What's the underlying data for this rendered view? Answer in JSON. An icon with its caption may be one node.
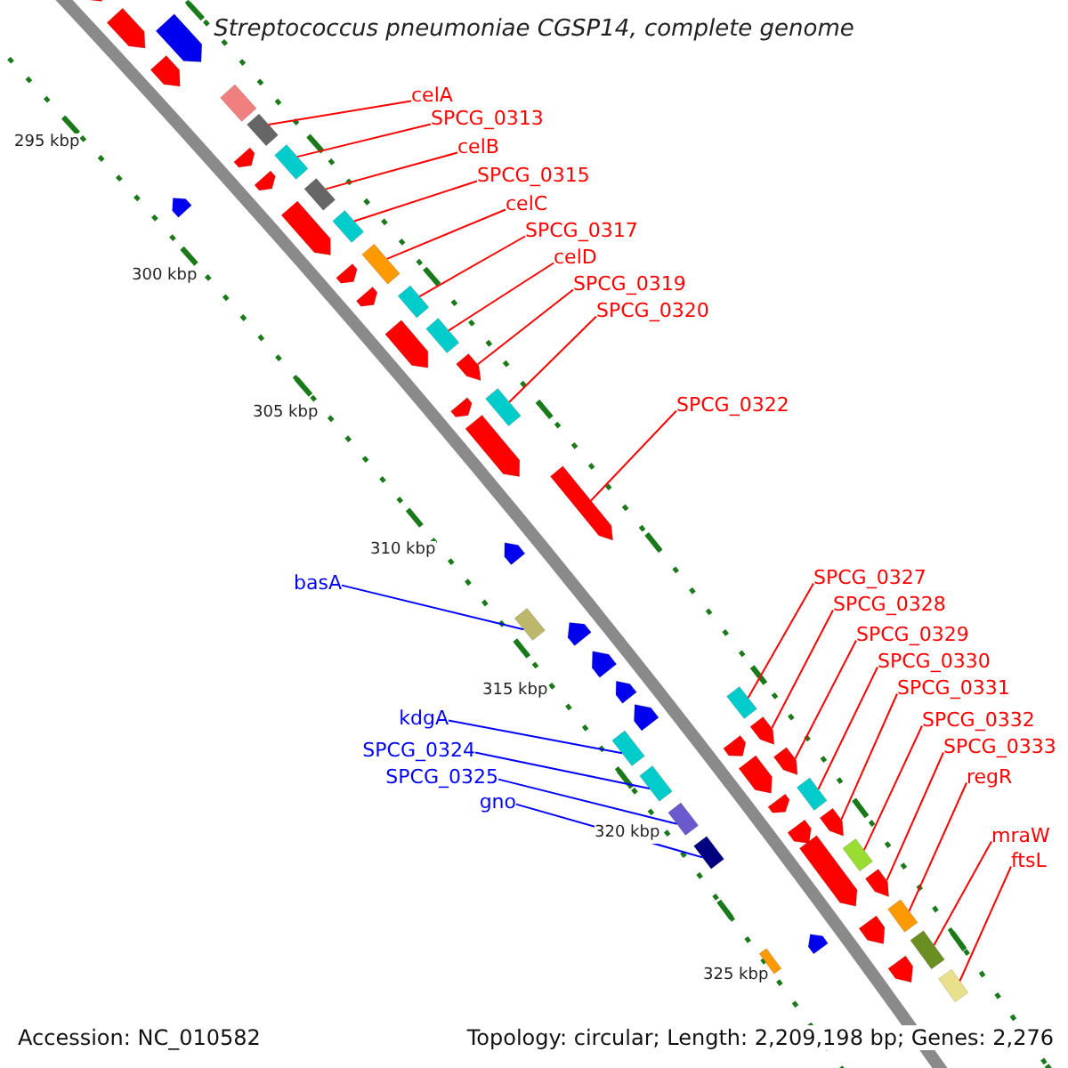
{
  "diagram": {
    "title": "Streptococcus pneumoniae CGSP14, complete genome",
    "nodes": [
      {
        "text": [
          "celA"
        ]
      },
      {
        "text": [
          "SPCG_0313"
        ]
      },
      {
        "text": [
          "celB"
        ]
      },
      {
        "text": [
          "SPCG_0315"
        ]
      },
      {
        "text": [
          "celC"
        ]
      },
      {
        "text": [
          "SPCG_0317"
        ]
      },
      {
        "text": [
          "celD"
        ]
      },
      {
        "text": [
          "SPCG_0319"
        ]
      },
      {
        "text": [
          "SPCG_0320"
        ]
      },
      {
        "text": [
          "SPCG_0322"
        ]
      },
      {
        "text": [
          "SPCG_0327"
        ]
      },
      {
        "text": [
          "SPCG_0328"
        ]
      },
      {
        "text": [
          "SPCG_0329"
        ]
      },
      {
        "text": [
          "SPCG_0330"
        ]
      },
      {
        "text": [
          "SPCG_0331"
        ]
      },
      {
        "text": [
          "SPCG_0332"
        ]
      },
      {
        "text": [
          "SPCG_0333"
        ]
      },
      {
        "text": [
          "regR"
        ]
      },
      {
        "text": [
          "mraW"
        ]
      },
      {
        "text": [
          "ftsL"
        ]
      },
      {
        "text": [
          "basA"
        ]
      },
      {
        "text": [
          "kdgA"
        ]
      },
      {
        "text": [
          "SPCG_0324"
        ]
      },
      {
        "text": [
          "SPCG_0325"
        ]
      },
      {
        "text": [
          "gno"
        ]
      },
      {
        "text": [],
        "shape": "box"
      },
      {
        "text": [],
        "shape": "box"
      },
      {
        "text": [],
        "shape": "box"
      },
      {
        "text": [],
        "shape": "box"
      },
      {
        "text": [],
        "shape": "box"
      },
      {
        "text": [],
        "shape": "box"
      },
      {
        "text": [],
        "shape": "box"
      },
      {
        "text": [],
        "shape": "box"
      },
      {
        "text": [],
        "shape": "box"
      },
      {
        "text": [],
        "shape": "box"
      },
      {
        "text": [],
        "shape": "box"
      },
      {
        "text": [],
        "shape": "box"
      },
      {
        "text": [],
        "shape": "box"
      },
      {
        "text": [],
        "shape": "box"
      },
      {
        "text": [],
        "shape": "box"
      },
      {
        "text": [],
        "shape": "box"
      },
      {
        "text": [],
        "shape": "box"
      },
      {
        "text": [],
        "shape": "box"
      },
      {
        "text": [],
        "shape": "box"
      },
      {
        "text": [],
        "shape": "box"
      },
      {
        "text": [],
        "shape": "box"
      },
      {
        "text": [],
        "shape": "box"
      },
      {
        "text": [],
        "shape": "box"
      },
      {
        "text": [],
        "shape": "box"
      },
      {
        "text": [],
        "shape": "box"
      },
      {
        "text": [],
        "shape": "box"
      },
      {
        "text": [],
        "shape": "box"
      },
      {
        "text": [],
        "shape": "box"
      },
      {
        "text": [],
        "shape": "box"
      },
      {
        "text": [],
        "shape": "box"
      },
      {
        "text": [],
        "shape": "box"
      },
      {
        "text": [],
        "shape": "box"
      },
      {
        "text": [],
        "shape": "box"
      },
      {
        "text": [],
        "shape": "box"
      },
      {
        "text": [],
        "shape": "box"
      },
      {
        "text": [],
        "shape": "box"
      },
      {
        "text": [],
        "shape": "box"
      },
      {
        "text": [],
        "shape": "box"
      },
      {
        "text": [],
        "shape": "box"
      },
      {
        "text": [],
        "shape": "box"
      },
      {
        "text": [],
        "shape": "box"
      },
      {
        "text": [],
        "shape": "box"
      },
      {
        "text": [],
        "shape": "box"
      },
      {
        "text": [],
        "shape": "box"
      },
      {
        "text": [],
        "shape": "box"
      },
      {
        "text": [],
        "shape": "box"
      },
      {
        "text": [],
        "shape": "box"
      },
      {
        "text": [],
        "shape": "box"
      },
      {
        "text": [],
        "shape": "box"
      },
      {
        "text": [],
        "shape": "box"
      },
      {
        "text": [],
        "shape": "box"
      },
      {
        "text": [],
        "shape": "box"
      },
      {
        "text": [],
        "shape": "box"
      }
    ],
    "edges": [
      {
        "from": 0,
        "to": 25,
        "arrow": "none"
      },
      {
        "from": 1,
        "to": 26,
        "arrow": "none"
      },
      {
        "from": 2,
        "to": 27,
        "arrow": "none"
      },
      {
        "from": 3,
        "to": 28,
        "arrow": "none"
      },
      {
        "from": 4,
        "to": 29,
        "arrow": "none"
      },
      {
        "from": 5,
        "to": 30,
        "arrow": "none"
      },
      {
        "from": 6,
        "to": 31,
        "arrow": "none"
      },
      {
        "from": 7,
        "to": 32,
        "arrow": "none"
      },
      {
        "from": 8,
        "to": 33,
        "arrow": "none"
      },
      {
        "from": 9,
        "to": 34,
        "arrow": "none"
      },
      {
        "from": 10,
        "to": 35,
        "arrow": "none"
      },
      {
        "from": 11,
        "to": 36,
        "arrow": "none"
      },
      {
        "from": 12,
        "to": 37,
        "arrow": "none"
      },
      {
        "from": 13,
        "to": 38,
        "arrow": "none"
      },
      {
        "from": 14,
        "to": 39,
        "arrow": "none"
      },
      {
        "from": 15,
        "to": 40,
        "arrow": "none"
      },
      {
        "from": 16,
        "to": 41,
        "arrow": "none"
      },
      {
        "from": 17,
        "to": 42,
        "arrow": "none"
      },
      {
        "from": 18,
        "to": 43,
        "arrow": "none"
      },
      {
        "from": 19,
        "to": 44,
        "arrow": "none"
      },
      {
        "from": 20,
        "to": 45,
        "arrow": "none",
        "color": "#0000ff"
      },
      {
        "from": 21,
        "to": 46,
        "arrow": "none",
        "color": "#0000ff"
      },
      {
        "from": 22,
        "to": 47,
        "arrow": "none",
        "color": "#0000ff"
      },
      {
        "from": 23,
        "to": 48,
        "arrow": "none",
        "color": "#0000ff"
      },
      {
        "from": 24,
        "to": 49,
        "arrow": "none",
        "color": "#0000ff"
      }
    ],
    "labels": [
      "295 kbp",
      "300 kbp",
      "305 kbp",
      "310 kbp",
      "315 kbp",
      "320 kbp",
      "325 kbp",
      "Accession: NC_010582",
      "Topology: circular; Length: 2,209,198 bp; Genes: 2,276"
    ]
  }
}
